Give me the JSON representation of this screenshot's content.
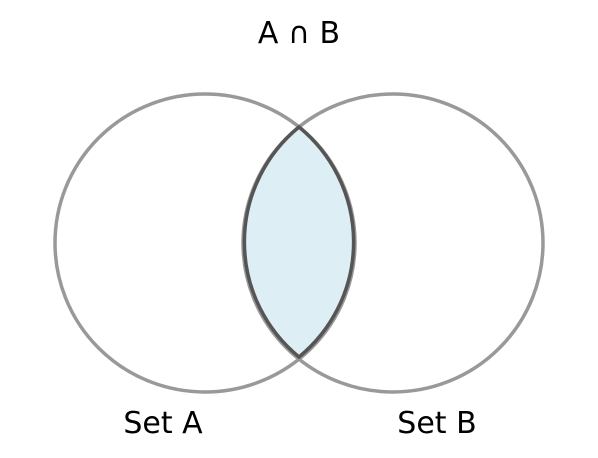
{
  "diagram": {
    "type": "venn",
    "title": "A ∩ B",
    "sets": [
      {
        "id": "A",
        "label": "Set A"
      },
      {
        "id": "B",
        "label": "Set B"
      }
    ],
    "highlighted_region": "A ∩ B",
    "colors": {
      "circle_outline": "#999999",
      "intersection_fill": "#ddeef4",
      "intersection_outline": "#555555",
      "text": "#000000"
    }
  }
}
